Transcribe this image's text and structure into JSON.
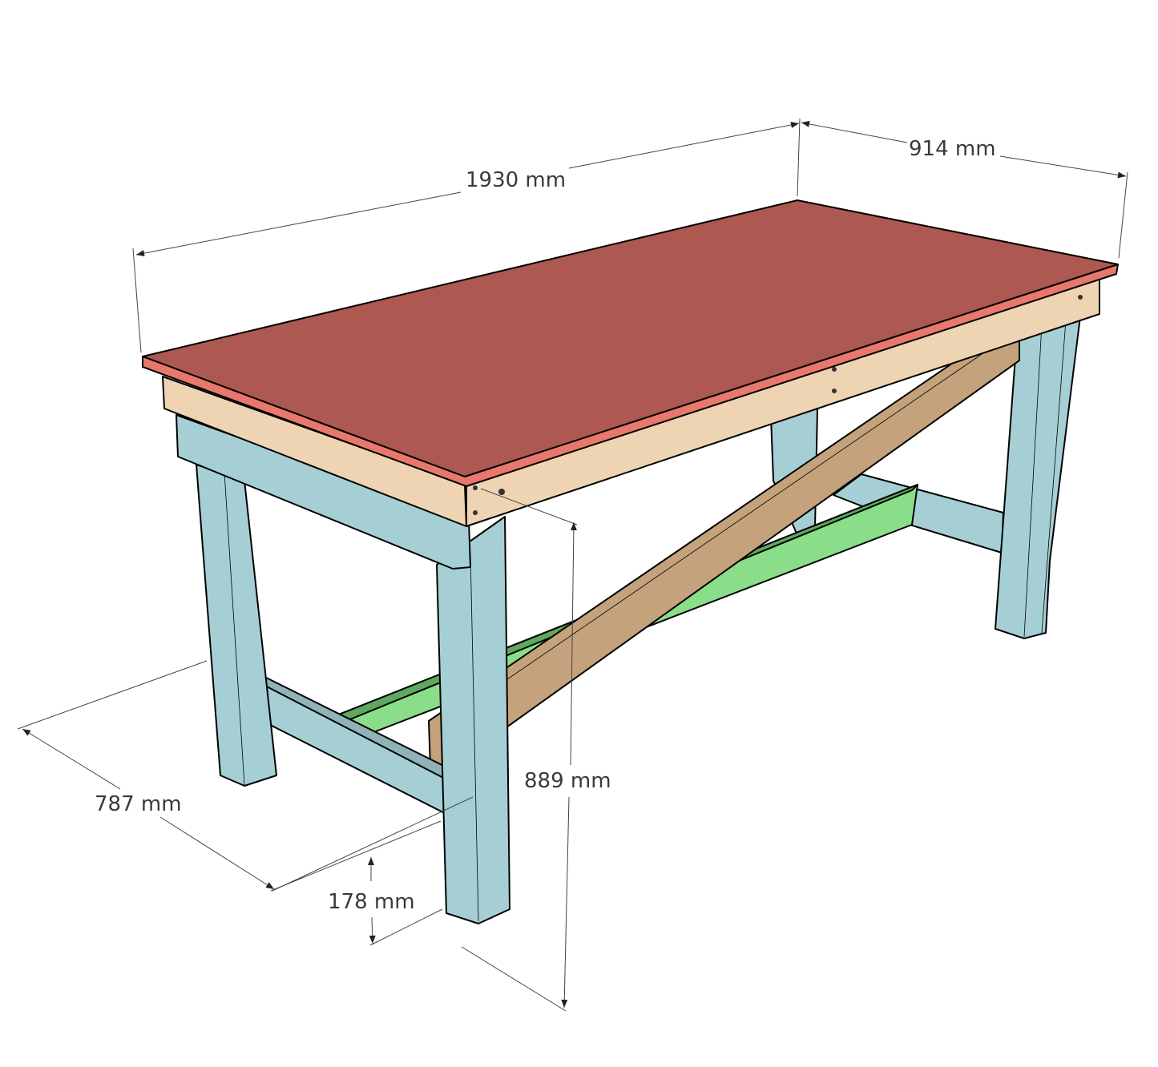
{
  "dimensions": {
    "length": "1930 mm",
    "width": "914 mm",
    "height": "889 mm",
    "leg_spacing": "787 mm",
    "stretcher_height": "178 mm"
  },
  "colors": {
    "top": "#ad5850",
    "top_edge": "#e8786c",
    "apron": "#efd4b4",
    "frame": "#a6cfd5",
    "frame_shadow": "#8fb3b8",
    "stretcher": "#8ade8a",
    "stretcher_dark": "#5fa85f",
    "brace": "#c4a27c"
  }
}
